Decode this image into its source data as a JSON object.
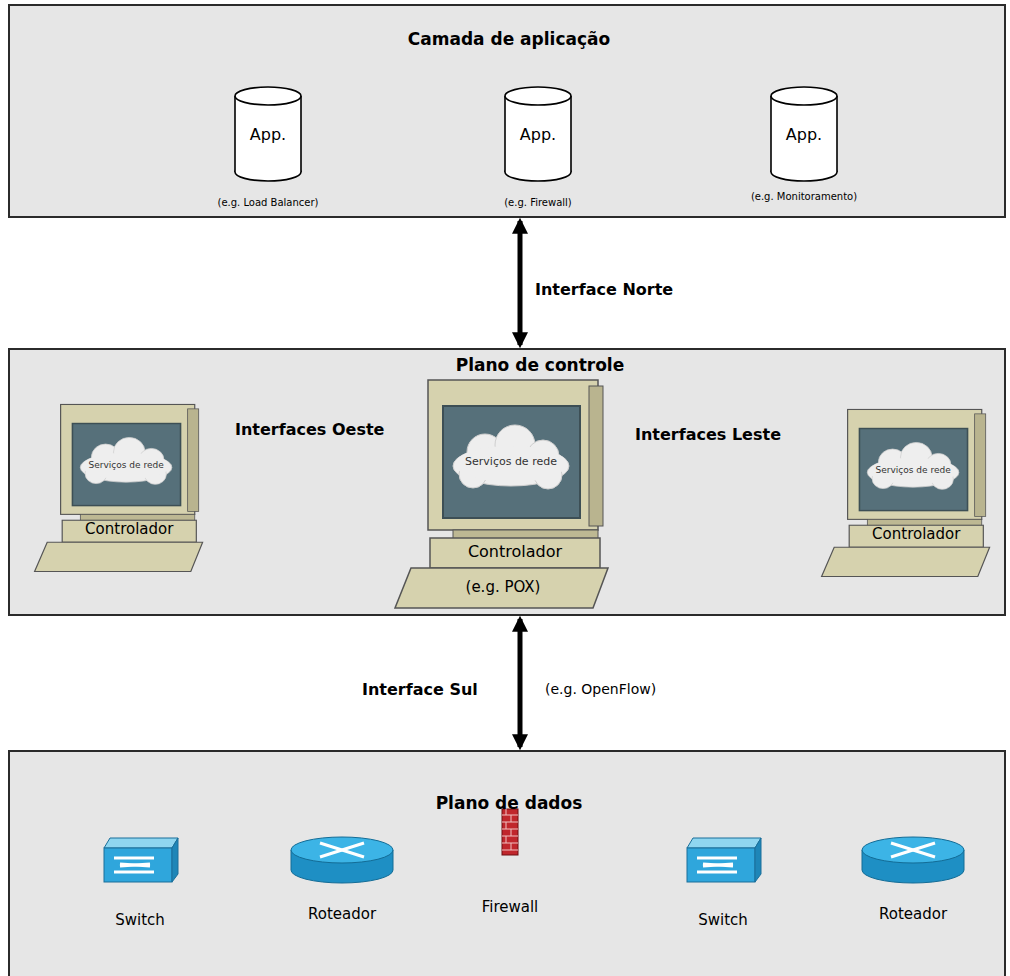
{
  "diagram": {
    "nodes": [
      {
        "text": [
          "Camada de aplicação"
        ]
      },
      {
        "text": [
          "App.",
          "(e.g. Load Balancer)"
        ],
        "in": 0
      },
      {
        "text": [
          "App.",
          "(e.g. Firewall)"
        ],
        "in": 0
      },
      {
        "text": [
          "App.",
          "(e.g. Monitoramento)"
        ],
        "in": 0
      },
      {
        "text": [
          "Plano de controle"
        ]
      },
      {
        "text": [
          "Serviços de rede",
          "Controlador"
        ],
        "in": 4
      },
      {
        "text": [
          "Serviços de rede",
          "Controlador",
          "(e.g. POX)"
        ],
        "in": 4
      },
      {
        "text": [
          "Serviços de rede",
          "Controlador"
        ],
        "in": 4
      },
      {
        "text": [
          "Plano de dados"
        ]
      },
      {
        "text": [
          "Switch"
        ],
        "in": 8
      },
      {
        "text": [
          "Roteador"
        ],
        "in": 8
      },
      {
        "text": [
          "Firewall"
        ],
        "in": 8
      },
      {
        "text": [
          "Switch"
        ],
        "in": 8
      },
      {
        "text": [
          "Roteador"
        ],
        "in": 8
      }
    ],
    "edges": [
      {
        "from": 0,
        "to": 4,
        "label": "Interface Norte",
        "arrow": "both"
      },
      {
        "from": 6,
        "to": 5,
        "label": "Interfaces Oeste",
        "arrow": "both"
      },
      {
        "from": 6,
        "to": 7,
        "label": "Interfaces Leste",
        "arrow": "both"
      },
      {
        "from": 4,
        "to": 8,
        "label": "Interface Sul",
        "arrow": "both"
      }
    ],
    "labels": [
      "(e.g. OpenFlow)"
    ]
  }
}
